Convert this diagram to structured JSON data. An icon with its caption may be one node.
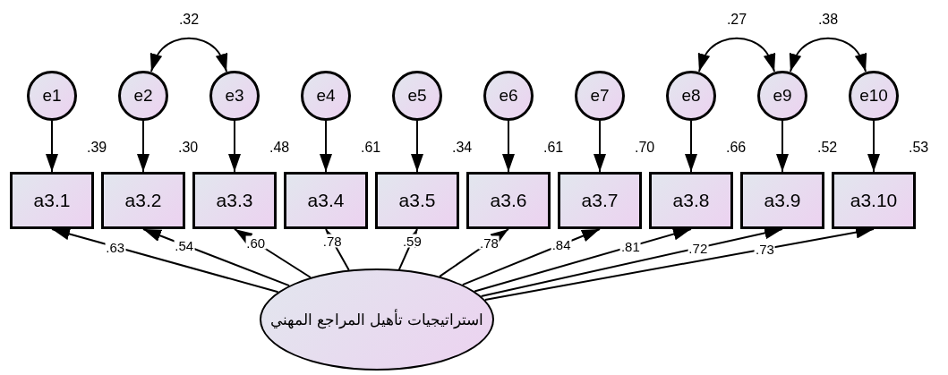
{
  "diagram": {
    "nodes": [
      {
        "text": [
          "e1"
        ]
      },
      {
        "text": [
          "e2"
        ]
      },
      {
        "text": [
          "e3"
        ]
      },
      {
        "text": [
          "e4"
        ]
      },
      {
        "text": [
          "e5"
        ]
      },
      {
        "text": [
          "e6"
        ]
      },
      {
        "text": [
          "e7"
        ]
      },
      {
        "text": [
          "e8"
        ]
      },
      {
        "text": [
          "e9"
        ]
      },
      {
        "text": [
          "e10"
        ]
      },
      {
        "text": [
          "a3.1"
        ],
        "beside": [
          ".39"
        ]
      },
      {
        "text": [
          "a3.2"
        ],
        "beside": [
          ".30"
        ]
      },
      {
        "text": [
          "a3.3"
        ],
        "beside": [
          ".48"
        ]
      },
      {
        "text": [
          "a3.4"
        ],
        "beside": [
          ".61"
        ]
      },
      {
        "text": [
          "a3.5"
        ],
        "beside": [
          ".34"
        ]
      },
      {
        "text": [
          "a3.6"
        ],
        "beside": [
          ".61"
        ]
      },
      {
        "text": [
          "a3.7"
        ],
        "beside": [
          ".70"
        ]
      },
      {
        "text": [
          "a3.8"
        ],
        "beside": [
          ".66"
        ]
      },
      {
        "text": [
          "a3.9"
        ],
        "beside": [
          ".52"
        ]
      },
      {
        "text": [
          "a3.10"
        ],
        "beside": [
          ".53"
        ]
      },
      {
        "text": [
          "استراتيجيات تأهيل المراجع المهني"
        ]
      }
    ],
    "edges": [
      {
        "from": 0,
        "to": 10,
        "arrow": "to"
      },
      {
        "from": 1,
        "to": 11,
        "arrow": "to"
      },
      {
        "from": 2,
        "to": 12,
        "arrow": "to"
      },
      {
        "from": 3,
        "to": 13,
        "arrow": "to"
      },
      {
        "from": 4,
        "to": 14,
        "arrow": "to"
      },
      {
        "from": 5,
        "to": 15,
        "arrow": "to"
      },
      {
        "from": 6,
        "to": 16,
        "arrow": "to"
      },
      {
        "from": 7,
        "to": 17,
        "arrow": "to"
      },
      {
        "from": 8,
        "to": 18,
        "arrow": "to"
      },
      {
        "from": 9,
        "to": 19,
        "arrow": "to"
      },
      {
        "from": 1,
        "to": 2,
        "arrow": "both",
        "label": ".32"
      },
      {
        "from": 7,
        "to": 8,
        "arrow": "both",
        "label": ".27"
      },
      {
        "from": 8,
        "to": 9,
        "arrow": "both",
        "label": ".38"
      },
      {
        "from": 20,
        "to": 10,
        "arrow": "to",
        "label": ".63"
      },
      {
        "from": 20,
        "to": 11,
        "arrow": "to",
        "label": ".54"
      },
      {
        "from": 20,
        "to": 12,
        "arrow": "to",
        "label": ".60"
      },
      {
        "from": 20,
        "to": 13,
        "arrow": "to",
        "label": ".78"
      },
      {
        "from": 20,
        "to": 14,
        "arrow": "to",
        "label": ".59"
      },
      {
        "from": 20,
        "to": 15,
        "arrow": "to",
        "label": ".78"
      },
      {
        "from": 20,
        "to": 16,
        "arrow": "to",
        "label": ".84"
      },
      {
        "from": 20,
        "to": 17,
        "arrow": "to",
        "label": ".81"
      },
      {
        "from": 20,
        "to": 18,
        "arrow": "to",
        "label": ".72"
      },
      {
        "from": 20,
        "to": 19,
        "arrow": "to",
        "label": ".73"
      }
    ]
  }
}
